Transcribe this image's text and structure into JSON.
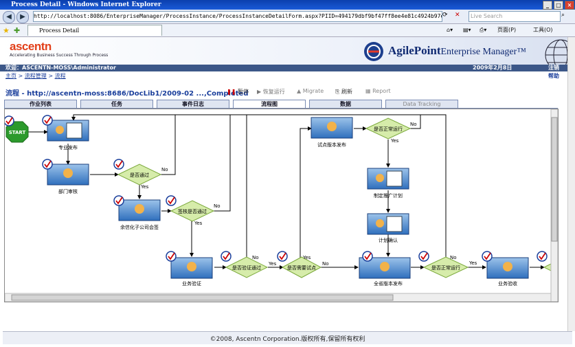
{
  "window": {
    "title": "Process Detail - Windows Internet Explorer",
    "address": "http://localhost:8086/EnterpriseManager/ProcessInstance/ProcessInstanceDetailForm.aspx?PIID=494179dbf9bf47ff8ee4e81c4924b97e",
    "search_placeholder": "Live Search",
    "tab_title": "Process Detail",
    "toolbar": {
      "page": "页面(P)",
      "tools": "工具(O)"
    }
  },
  "banner": {
    "logo": "ascentn",
    "tagline": "Accelerating Business Success Through Process",
    "brand": "AgilePoint",
    "brand_suffix": "Enterprise Manager™"
  },
  "header": {
    "welcome": "欢迎：ASCENTN-MOSS\\Administrator",
    "date": "2009年2月8日",
    "logout": "注销",
    "help": "帮助",
    "breadcrumb": [
      "主页",
      "流程管理",
      "流程"
    ]
  },
  "process": {
    "title": "流程 - http://ascentn-moss:8686/DocLib1/2009-02 ...,Completed",
    "actions": {
      "pause": "暂停",
      "resume": "恢复运行",
      "migrate": "Migrate",
      "refresh": "刷新",
      "report": "Report"
    }
  },
  "tabs": [
    "作业列表",
    "任务",
    "事件日志",
    "流程图",
    "数据",
    "Data Tracking"
  ],
  "diagram": {
    "start": "START",
    "tasks": [
      "专业发布",
      "部门审核",
      "余信化子公司会签",
      "业务验证",
      "试点版本发布",
      "制定推广计划",
      "计划确认",
      "全省版本发布",
      "业务验收"
    ],
    "decisions": [
      "是否通过",
      "签核是否通过",
      "是否验证通过",
      "是否需要试点",
      "是否正常运行",
      "是否正常运行"
    ],
    "labels": {
      "yes": "Yes",
      "no": "No"
    }
  },
  "footer": {
    "copyright": "©2008, Ascentn Corporation.版权所有,保留所有权利"
  }
}
